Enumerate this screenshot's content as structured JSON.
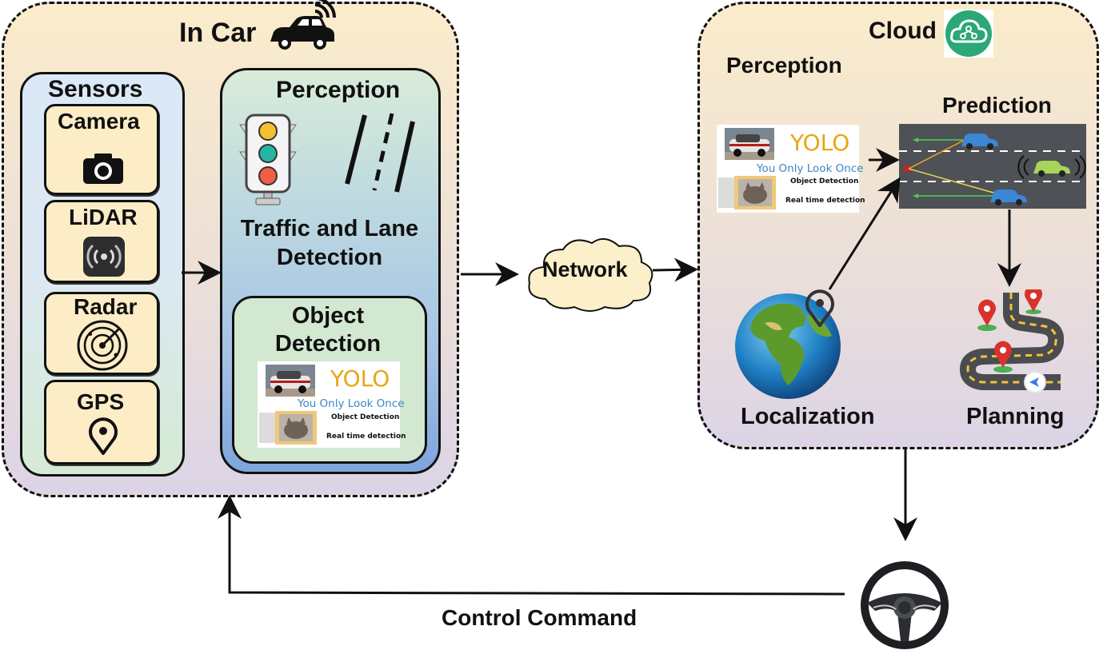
{
  "in_car": {
    "title": "In Car",
    "sensors": {
      "title": "Sensors",
      "items": [
        "Camera",
        "LiDAR",
        "Radar",
        "GPS"
      ]
    },
    "perception": {
      "title": "Perception",
      "traffic_lane": "Traffic and Lane Detection",
      "object_detection": "Object Detection"
    }
  },
  "yolo": {
    "word": "YOLO",
    "subtitle": "You Only Look Once",
    "line1": "Object Detection",
    "line2": "Real time detection"
  },
  "network": {
    "label": "Network"
  },
  "cloud": {
    "title": "Cloud",
    "perception": "Perception",
    "prediction": "Prediction",
    "localization": "Localization",
    "planning": "Planning"
  },
  "control": {
    "label": "Control Command"
  },
  "colors": {
    "group_fill_top": "#fbeccb",
    "group_fill_bottom": "#dcd4e6",
    "yolo_orange": "#e7a617",
    "yolo_blue": "#3d86c6",
    "cloud_green": "#2aa876",
    "map_pin_red": "#d9322c"
  },
  "icons": [
    "car-wifi-icon",
    "camera-icon",
    "lidar-icon",
    "radar-icon",
    "gps-pin-icon",
    "traffic-light-icon",
    "lane-lines-icon",
    "cloud-network-icon",
    "globe-icon",
    "map-pin-icon",
    "road-map-icon",
    "steering-wheel-icon"
  ]
}
